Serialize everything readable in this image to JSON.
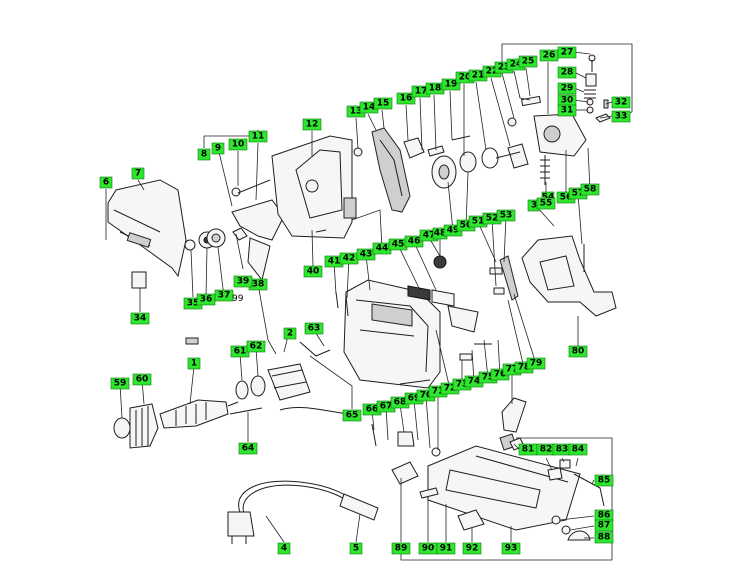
{
  "diagram": {
    "callouts": [
      "1",
      "2",
      "3",
      "4",
      "5",
      "6",
      "7",
      "8",
      "9",
      "10",
      "11",
      "12",
      "13",
      "14",
      "15",
      "16",
      "17",
      "18",
      "19",
      "20",
      "21",
      "22",
      "23",
      "24",
      "25",
      "26",
      "27",
      "28",
      "29",
      "30",
      "31",
      "32",
      "33",
      "34",
      "35",
      "36",
      "37",
      "38",
      "39",
      "40",
      "41",
      "42",
      "43",
      "44",
      "45",
      "46",
      "47",
      "48",
      "49",
      "50",
      "51",
      "52",
      "53",
      "54",
      "55",
      "56",
      "57",
      "58",
      "59",
      "60",
      "61",
      "62",
      "63",
      "64",
      "65",
      "66",
      "67",
      "68",
      "69",
      "70",
      "71",
      "72",
      "73",
      "74",
      "75",
      "76",
      "77",
      "78",
      "79",
      "80",
      "81",
      "82",
      "83",
      "84",
      "85",
      "86",
      "87",
      "88",
      "89",
      "90",
      "91",
      "92",
      "93"
    ],
    "free_text": "99",
    "tag_color": "#2ee62e"
  }
}
